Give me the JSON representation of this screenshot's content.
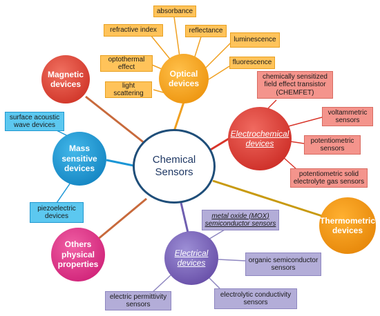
{
  "center": "Chemical Sensors",
  "categories": {
    "magnetic": "Magnetic devices",
    "optical": "Optical devices",
    "mass": "Mass sensitive devices",
    "electrochemical": "Electrochemical devices",
    "thermometric": "Thermometric devices",
    "electrical": "Electrical devices",
    "others": "Others physical properties"
  },
  "optical_items": {
    "absorbance": "absorbance",
    "refractive_index": "refractive index",
    "reflectance": "reflectance",
    "luminescence": "luminescence",
    "optothermal": "optothermal effect",
    "fluorescence": "fluorescence",
    "light_scattering": "light scattering"
  },
  "electrochemical_items": {
    "chemfet": "chemically sensitized field effect transistor (CHEMFET)",
    "voltammetric": "voltammetric sensors",
    "potentiometric": "potentiometric sensors",
    "solid_electrolyte": "potentiometric solid electrolyte gas sensors"
  },
  "mass_items": {
    "saw": "surface acoustic wave devices",
    "piezo": "piezoelectric devices"
  },
  "electrical_items": {
    "mox": "metal oxide (MOX) semiconductor sensors",
    "organic": "organic semiconductor sensors",
    "electrolytic": "electrolytic conductivity sensors",
    "permittivity": "electric permittivity sensors"
  },
  "colors": {
    "center_border": "#1f4e79",
    "optical": "#f0a020",
    "electrochemical": "#d8352a",
    "mass": "#1a96d6",
    "magnetic": "#e04a3a",
    "thermometric": "#f08c00",
    "electrical": "#6f5fb0",
    "others": "#e0308a"
  }
}
